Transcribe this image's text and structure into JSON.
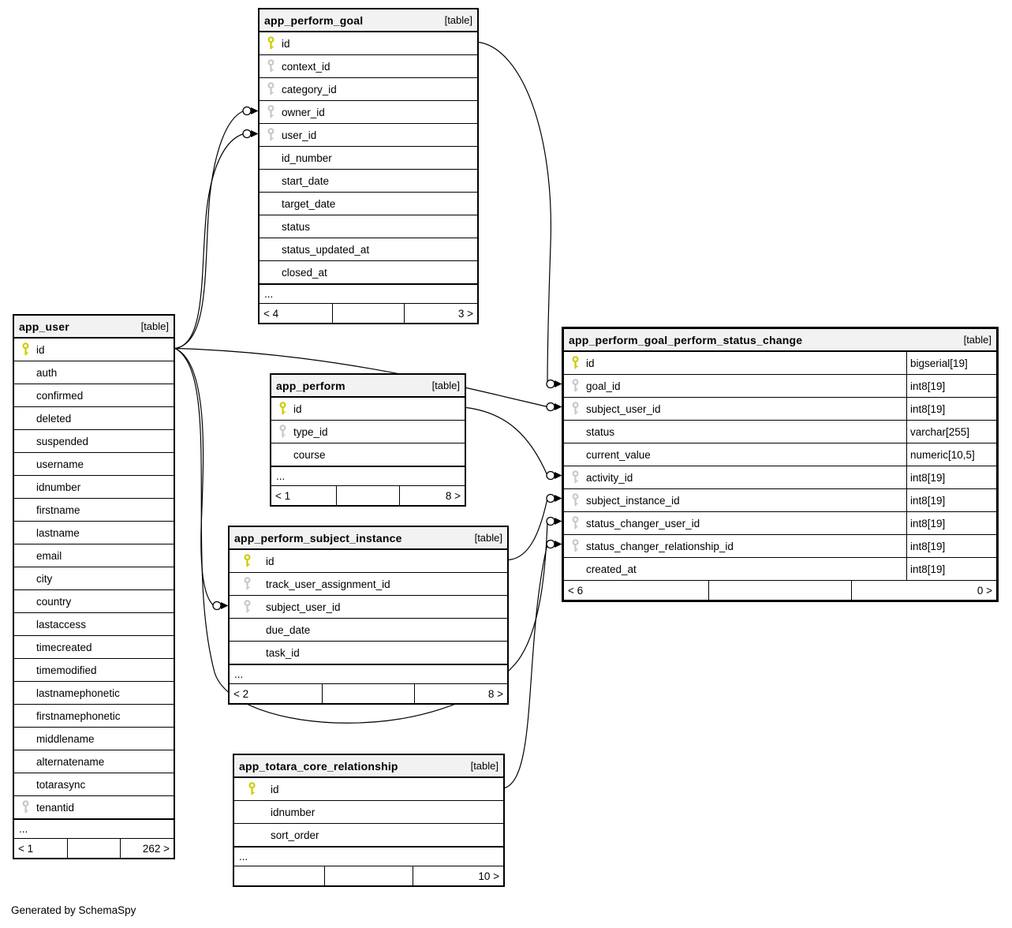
{
  "note": "Generated by SchemaSpy",
  "tables": [
    {
      "id": "app_perform_goal",
      "title": "app_perform_goal",
      "badge": "[table]",
      "columns": [
        {
          "name": "id",
          "key": "pk"
        },
        {
          "name": "context_id",
          "key": "fk"
        },
        {
          "name": "category_id",
          "key": "fk"
        },
        {
          "name": "owner_id",
          "key": "fk"
        },
        {
          "name": "user_id",
          "key": "fk"
        },
        {
          "name": "id_number",
          "key": ""
        },
        {
          "name": "start_date",
          "key": ""
        },
        {
          "name": "target_date",
          "key": ""
        },
        {
          "name": "status",
          "key": ""
        },
        {
          "name": "status_updated_at",
          "key": ""
        },
        {
          "name": "closed_at",
          "key": ""
        }
      ],
      "ellipsis": "...",
      "footer": {
        "left": "< 4",
        "middle": "",
        "right": "3 >"
      }
    },
    {
      "id": "app_user",
      "title": "app_user",
      "badge": "[table]",
      "columns": [
        {
          "name": "id",
          "key": "pk"
        },
        {
          "name": "auth",
          "key": ""
        },
        {
          "name": "confirmed",
          "key": ""
        },
        {
          "name": "deleted",
          "key": ""
        },
        {
          "name": "suspended",
          "key": ""
        },
        {
          "name": "username",
          "key": ""
        },
        {
          "name": "idnumber",
          "key": ""
        },
        {
          "name": "firstname",
          "key": ""
        },
        {
          "name": "lastname",
          "key": ""
        },
        {
          "name": "email",
          "key": ""
        },
        {
          "name": "city",
          "key": ""
        },
        {
          "name": "country",
          "key": ""
        },
        {
          "name": "lastaccess",
          "key": ""
        },
        {
          "name": "timecreated",
          "key": ""
        },
        {
          "name": "timemodified",
          "key": ""
        },
        {
          "name": "lastnamephonetic",
          "key": ""
        },
        {
          "name": "firstnamephonetic",
          "key": ""
        },
        {
          "name": "middlename",
          "key": ""
        },
        {
          "name": "alternatename",
          "key": ""
        },
        {
          "name": "totarasync",
          "key": ""
        },
        {
          "name": "tenantid",
          "key": "fk"
        }
      ],
      "ellipsis": "...",
      "footer": {
        "left": "< 1",
        "middle": "",
        "right": "262 >"
      }
    },
    {
      "id": "app_perform_goal_perform_status_change",
      "title": "app_perform_goal_perform_status_change",
      "badge": "[table]",
      "columns": [
        {
          "name": "id",
          "key": "pk",
          "type": "bigserial[19]"
        },
        {
          "name": "goal_id",
          "key": "fk",
          "type": "int8[19]"
        },
        {
          "name": "subject_user_id",
          "key": "fk",
          "type": "int8[19]"
        },
        {
          "name": "status",
          "key": "",
          "type": "varchar[255]"
        },
        {
          "name": "current_value",
          "key": "",
          "type": "numeric[10,5]"
        },
        {
          "name": "activity_id",
          "key": "fk",
          "type": "int8[19]"
        },
        {
          "name": "subject_instance_id",
          "key": "fk",
          "type": "int8[19]"
        },
        {
          "name": "status_changer_user_id",
          "key": "fk",
          "type": "int8[19]"
        },
        {
          "name": "status_changer_relationship_id",
          "key": "fk",
          "type": "int8[19]"
        },
        {
          "name": "created_at",
          "key": "",
          "type": "int8[19]"
        }
      ],
      "footer": {
        "left": "< 6",
        "middle": "",
        "right": "0 >"
      }
    },
    {
      "id": "app_perform",
      "title": "app_perform",
      "badge": "[table]",
      "columns": [
        {
          "name": "id",
          "key": "pk"
        },
        {
          "name": "type_id",
          "key": "fk"
        },
        {
          "name": "course",
          "key": ""
        }
      ],
      "ellipsis": "...",
      "footer": {
        "left": "< 1",
        "middle": "",
        "right": "8 >"
      }
    },
    {
      "id": "app_perform_subject_instance",
      "title": "app_perform_subject_instance",
      "badge": "[table]",
      "columns": [
        {
          "name": "id",
          "key": "pk"
        },
        {
          "name": "track_user_assignment_id",
          "key": "fk"
        },
        {
          "name": "subject_user_id",
          "key": "fk"
        },
        {
          "name": "due_date",
          "key": ""
        },
        {
          "name": "task_id",
          "key": ""
        }
      ],
      "ellipsis": "...",
      "footer": {
        "left": "< 2",
        "middle": "",
        "right": "8 >"
      }
    },
    {
      "id": "app_totara_core_relationship",
      "title": "app_totara_core_relationship",
      "badge": "[table]",
      "columns": [
        {
          "name": "id",
          "key": "pk"
        },
        {
          "name": "idnumber",
          "key": ""
        },
        {
          "name": "sort_order",
          "key": ""
        }
      ],
      "ellipsis": "...",
      "footer": {
        "left": "",
        "middle": "",
        "right": "10 >"
      }
    }
  ],
  "relationships": [
    {
      "from": "app_perform_goal.id",
      "to": "app_perform_goal_perform_status_change.goal_id"
    },
    {
      "from": "app_user.id",
      "to": "app_perform_goal.owner_id"
    },
    {
      "from": "app_user.id",
      "to": "app_perform_goal.user_id"
    },
    {
      "from": "app_user.id",
      "to": "app_perform_goal_perform_status_change.subject_user_id"
    },
    {
      "from": "app_user.id",
      "to": "app_perform_goal_perform_status_change.status_changer_user_id"
    },
    {
      "from": "app_user.id",
      "to": "app_perform_subject_instance.subject_user_id"
    },
    {
      "from": "app_perform.id",
      "to": "app_perform_goal_perform_status_change.activity_id"
    },
    {
      "from": "app_perform_subject_instance.id",
      "to": "app_perform_goal_perform_status_change.subject_instance_id"
    },
    {
      "from": "app_totara_core_relationship.id",
      "to": "app_perform_goal_perform_status_change.status_changer_relationship_id"
    }
  ],
  "colors": {
    "primary_key": "#cccc00",
    "foreign_key": "#c8c8c8",
    "header_bg": "#f2f2f2",
    "line": "#000000"
  }
}
